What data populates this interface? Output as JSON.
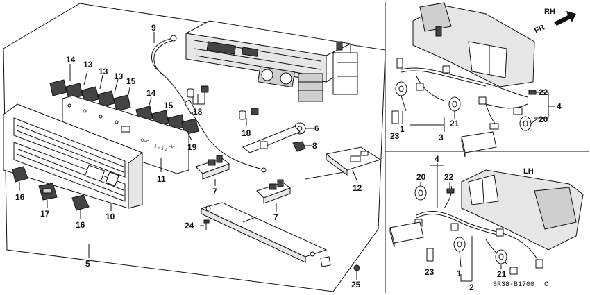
{
  "diagram": {
    "section_labels": {
      "rh": "RH",
      "lh": "LH"
    },
    "front_arrow_label": "FR.",
    "diagram_code": "SR38-B1700",
    "diagram_code_suffix": "C",
    "part_labels": {
      "p1_rh": "1",
      "p2": "2",
      "p3": "3",
      "p4_rh": "4",
      "p4_lh": "4",
      "p5": "5",
      "p6": "6",
      "p7_a": "7",
      "p7_b": "7",
      "p8": "8",
      "p9": "9",
      "p10": "10",
      "p11": "11",
      "p12": "12",
      "p13_a": "13",
      "p13_b": "13",
      "p13_c": "13",
      "p14_a": "14",
      "p14_b": "14",
      "p15_a": "15",
      "p15_b": "15",
      "p16_a": "16",
      "p16_b": "16",
      "p17": "17",
      "p18_a": "18",
      "p18_b": "18",
      "p19": "19",
      "p20_rh": "20",
      "p20_lh": "20",
      "p21_rh": "21",
      "p21_lh": "21",
      "p22_rh": "22",
      "p22_lh": "22",
      "p23_rh": "23",
      "p23_lh": "23",
      "p24": "24",
      "p25": "25",
      "p1_lh": "1"
    },
    "panel_markings": {
      "ac": "A/C",
      "fan_speeds": "1 2 3 4",
      "off": "OFF"
    }
  }
}
